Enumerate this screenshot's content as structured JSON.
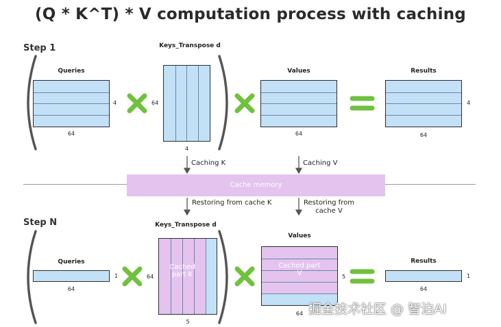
{
  "title": "(Q * K^T) * V computation process with caching",
  "step1": {
    "label": "Step 1",
    "queries": {
      "label": "Queries",
      "rows": "4",
      "cols": "64"
    },
    "keys": {
      "label": "Keys_Transpose d",
      "rows": "64",
      "cols": "4"
    },
    "values": {
      "label": "Values",
      "cols": "64"
    },
    "results": {
      "label": "Results",
      "rows": "4",
      "cols": "64"
    }
  },
  "arrows": {
    "caching_k": "Caching K",
    "caching_v": "Caching V",
    "restoring_k": "Restoring from cache K",
    "restoring_v": "Restoring from cache V"
  },
  "cache_memory": "Cache memory",
  "stepN": {
    "label": "Step N",
    "queries": {
      "label": "Queries",
      "rows": "1",
      "cols": "64"
    },
    "keys": {
      "label": "Keys_Transpose d",
      "rows": "64",
      "cols": "5",
      "cached_text": "Cached part K"
    },
    "values": {
      "label": "Values",
      "rows": "5",
      "cols": "64",
      "cached_text": "Cached part V"
    },
    "results": {
      "label": "Results",
      "rows": "1",
      "cols": "64"
    }
  },
  "watermark": "掘金技术社区 @ 智泊AI",
  "colors": {
    "matrix": "#c2e1f7",
    "cached": "#e4c4ef",
    "operator": "#6fc13e"
  }
}
